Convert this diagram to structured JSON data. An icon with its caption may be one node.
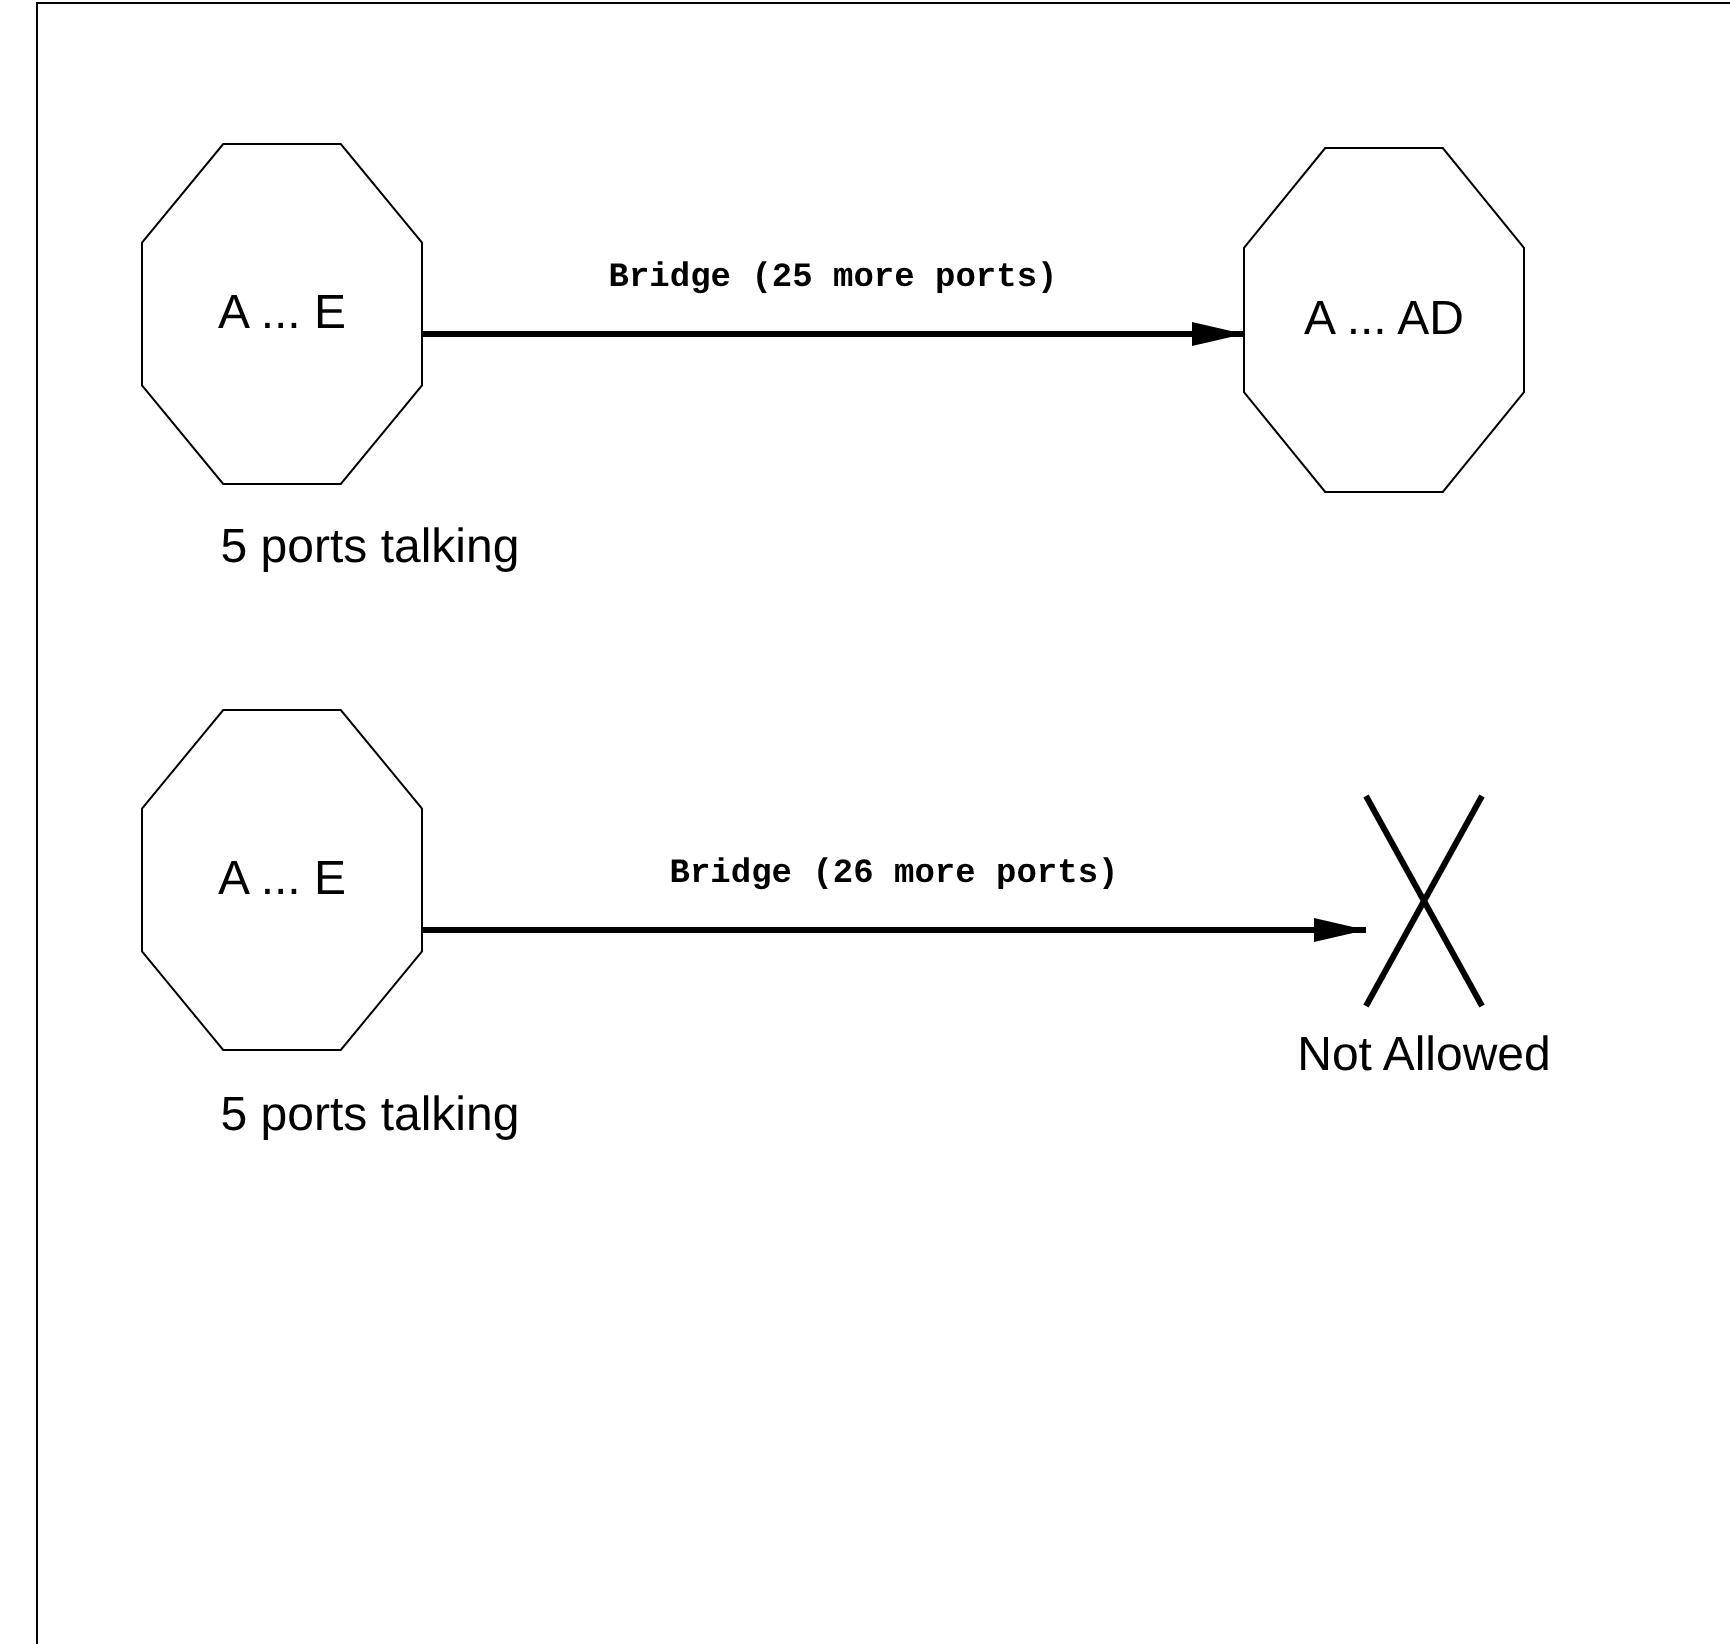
{
  "diagram": {
    "nodes": [
      {
        "text": [
          "A ... E"
        ],
        "beside": [
          "5 ports talking"
        ]
      },
      {
        "text": [
          "A ... AD"
        ]
      },
      {
        "text": [
          "A ... E"
        ],
        "beside": [
          "5 ports talking"
        ]
      },
      {
        "text": [],
        "shape": "cross",
        "beside": [
          "Not Allowed"
        ]
      }
    ],
    "edges": [
      {
        "from": 0,
        "to": 1,
        "arrow": "to",
        "label": "Bridge (25 more ports)"
      },
      {
        "from": 2,
        "to": 3,
        "arrow": "to",
        "label": "Bridge (26 more ports)"
      }
    ]
  }
}
